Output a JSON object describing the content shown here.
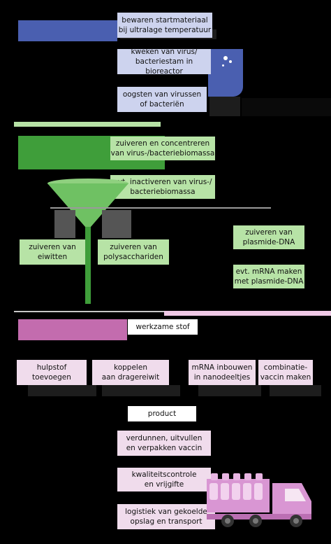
{
  "colors": {
    "blue_stage": "#4a5fb0",
    "blue_box": "#cdd3ee",
    "green_stage": "#3f9e3a",
    "green_funnel": "#6fc163",
    "green_box": "#b7e3a6",
    "pink_stage": "#c36cae",
    "pink_box": "#f0dcec",
    "truck": "#d996d3"
  },
  "upstream": {
    "step1": "bewaren startmateriaal\nbij ultralage temperatuur",
    "step2": "kweken van virus/\nbacteriestam in bioreactor",
    "step3": "oogsten van virussen\nof bacteriën"
  },
  "purification": {
    "step1": "zuiveren en concentreren\nvan virus-/bacteriebiomassa",
    "step2": "evt. inactiveren van virus-/\nbacteriebiomassa",
    "protein": "zuiveren van\neiwitten",
    "polysaccharide": "zuiveren van\npolysacchariden",
    "plasmid": "zuiveren van\nplasmide-DNA",
    "mrna": "evt. mRNA maken\nmet plasmide-DNA"
  },
  "active": {
    "label": "werkzame stof"
  },
  "formulation": {
    "adjuvant": "hulpstof\ntoevoegen",
    "conjugate": "koppelen\naan dragereiwit",
    "nanoparticles": "mRNA inbouwen\nin nanodeeltjes",
    "combination": "combinatie-\nvaccin maken"
  },
  "product": {
    "label": "product",
    "fill": "verdunnen, uitvullen\nen verpakken vaccin",
    "qc": "kwaliteitscontrole\nen vrijgifte",
    "logistics": "logistiek van gekoelde\nopslag en transport"
  }
}
